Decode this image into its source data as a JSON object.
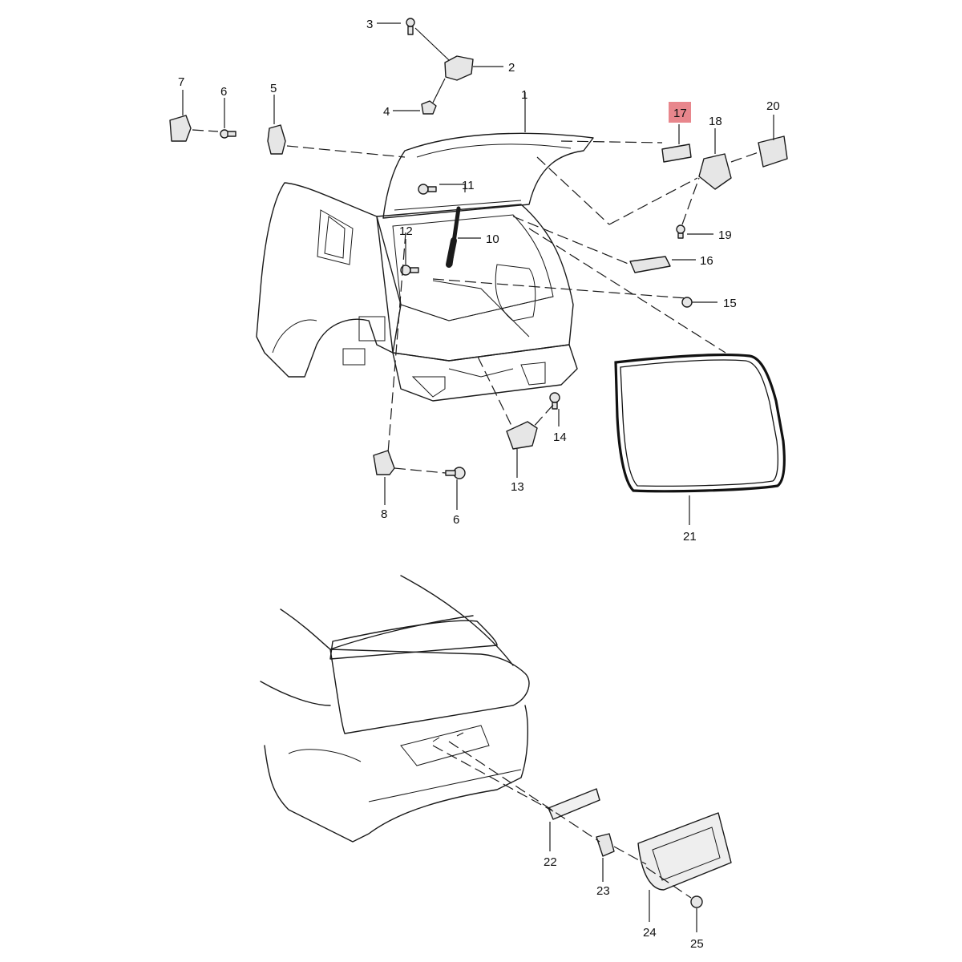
{
  "highlight_color": "#e8868c",
  "highlighted_part": "17",
  "callouts": [
    {
      "id": "c1",
      "label": "1"
    },
    {
      "id": "c2",
      "label": "2"
    },
    {
      "id": "c3",
      "label": "3"
    },
    {
      "id": "c4",
      "label": "4"
    },
    {
      "id": "c5",
      "label": "5"
    },
    {
      "id": "c6a",
      "label": "6"
    },
    {
      "id": "c7",
      "label": "7"
    },
    {
      "id": "c8",
      "label": "8"
    },
    {
      "id": "c6b",
      "label": "6"
    },
    {
      "id": "c10",
      "label": "10"
    },
    {
      "id": "c11",
      "label": "11"
    },
    {
      "id": "c12",
      "label": "12"
    },
    {
      "id": "c13",
      "label": "13"
    },
    {
      "id": "c14",
      "label": "14"
    },
    {
      "id": "c15",
      "label": "15"
    },
    {
      "id": "c16",
      "label": "16"
    },
    {
      "id": "c17",
      "label": "17"
    },
    {
      "id": "c18",
      "label": "18"
    },
    {
      "id": "c19",
      "label": "19"
    },
    {
      "id": "c20",
      "label": "20"
    },
    {
      "id": "c21",
      "label": "21"
    },
    {
      "id": "c22",
      "label": "22"
    },
    {
      "id": "c23",
      "label": "23"
    },
    {
      "id": "c24",
      "label": "24"
    },
    {
      "id": "c25",
      "label": "25"
    }
  ]
}
